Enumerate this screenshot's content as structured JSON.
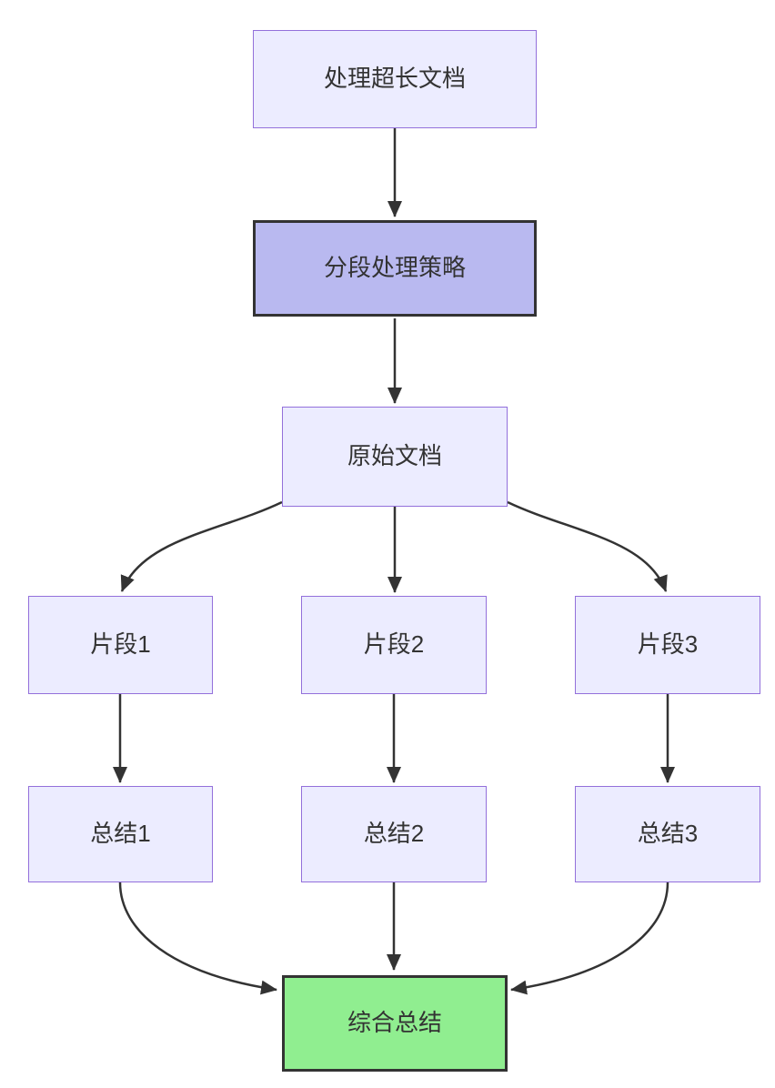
{
  "diagram": {
    "type": "flowchart-top-down",
    "background": "#ffffff",
    "nodes": {
      "a": {
        "label": "处理超长文档",
        "style": "default"
      },
      "b": {
        "label": "分段处理策略",
        "style": "highlight"
      },
      "c": {
        "label": "原始文档",
        "style": "default"
      },
      "d1": {
        "label": "片段1",
        "style": "default"
      },
      "d2": {
        "label": "片段2",
        "style": "default"
      },
      "d3": {
        "label": "片段3",
        "style": "default"
      },
      "e1": {
        "label": "总结1",
        "style": "default"
      },
      "e2": {
        "label": "总结2",
        "style": "default"
      },
      "e3": {
        "label": "总结3",
        "style": "default"
      },
      "f": {
        "label": "综合总结",
        "style": "success"
      }
    },
    "edges": [
      {
        "from": "处理超长文档",
        "to": "分段处理策略"
      },
      {
        "from": "分段处理策略",
        "to": "原始文档"
      },
      {
        "from": "原始文档",
        "to": "片段1"
      },
      {
        "from": "原始文档",
        "to": "片段2"
      },
      {
        "from": "原始文档",
        "to": "片段3"
      },
      {
        "from": "片段1",
        "to": "总结1"
      },
      {
        "from": "片段2",
        "to": "总结2"
      },
      {
        "from": "片段3",
        "to": "总结3"
      },
      {
        "from": "总结1",
        "to": "综合总结"
      },
      {
        "from": "总结2",
        "to": "综合总结"
      },
      {
        "from": "总结3",
        "to": "综合总结"
      }
    ],
    "colors": {
      "node_fill": "#ECECFF",
      "node_border": "#9370DB",
      "highlight_fill": "#b9b9f0",
      "highlight_border": "#333333",
      "success_fill": "#90EE90",
      "success_border": "#333333",
      "edge": "#333333",
      "text": "#333333"
    }
  }
}
